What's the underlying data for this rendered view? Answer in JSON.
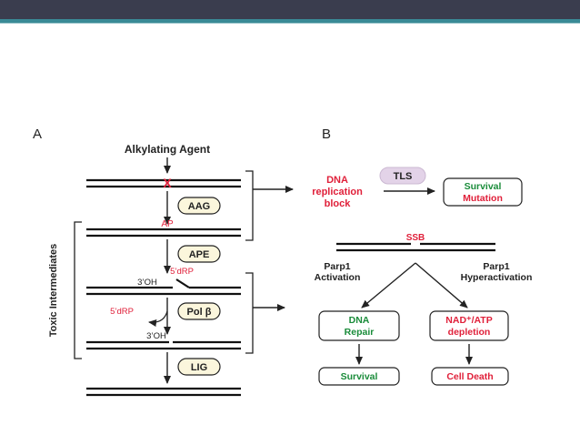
{
  "header": {
    "dark_color": "#3a3d4e",
    "teal_color": "#3a8a96"
  },
  "panel_a": {
    "label": "A",
    "agent": "Alkylating Agent",
    "lesion": "X",
    "enzymes": [
      "AAG",
      "APE",
      "Pol β",
      "LIG"
    ],
    "ap_site": "AP",
    "drp_top": "5’dRP",
    "oh_top": "3’OH",
    "drp_left": "5’dRP",
    "oh_bottom": "3’OH",
    "side_label": "Toxic Intermediates"
  },
  "panel_b": {
    "label": "B",
    "dna_block": [
      "DNA",
      "replication",
      "block"
    ],
    "tls": "TLS",
    "survival_mutation": [
      "Survival",
      "Mutation"
    ],
    "ssb": "SSB",
    "parp_activation": [
      "Parp1",
      "Activation"
    ],
    "parp_hyper": [
      "Parp1",
      "Hyperactivation"
    ],
    "dna_repair": [
      "DNA",
      "Repair"
    ],
    "nad_atp": [
      "NAD⁺/ATP",
      "depletion"
    ],
    "survival": "Survival",
    "cell_death": "Cell Death"
  },
  "colors": {
    "red": "#e0203a",
    "green": "#1a8c3a",
    "enzyme_fill": "#fbf6dc",
    "tls_fill": "#e3d3e8"
  }
}
